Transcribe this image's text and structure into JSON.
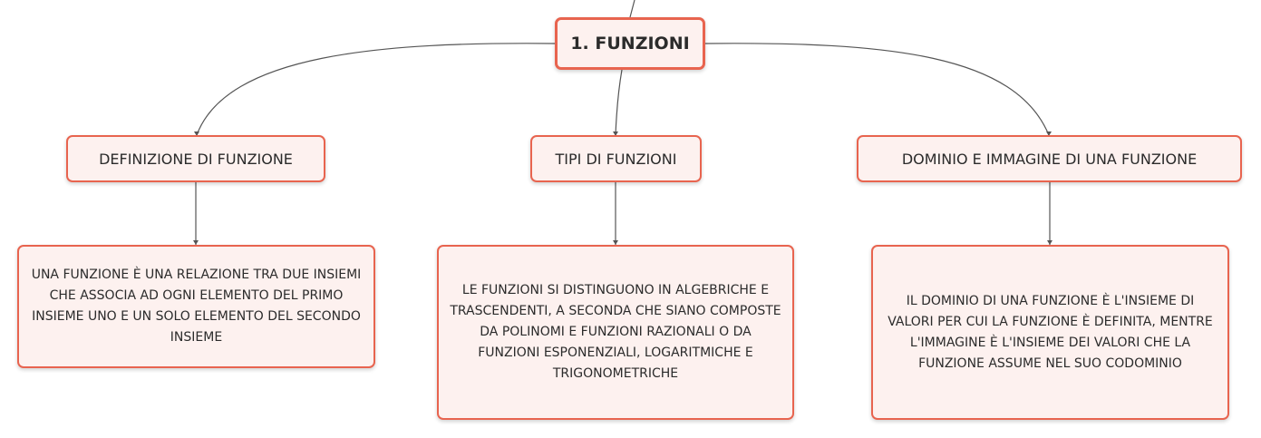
{
  "root": {
    "label": "1. FUNZIONI"
  },
  "branches": [
    {
      "label": "DEFINIZIONE DI FUNZIONE",
      "detail": "UNA FUNZIONE È UNA RELAZIONE TRA DUE INSIEMI CHE ASSOCIA AD OGNI ELEMENTO DEL PRIMO INSIEME UNO E UN SOLO ELEMENTO DEL SECONDO INSIEME"
    },
    {
      "label": "TIPI DI FUNZIONI",
      "detail": "LE FUNZIONI SI DISTINGUONO IN ALGEBRICHE E TRASCENDENTI, A SECONDA CHE SIANO COMPOSTE DA POLINOMI E FUNZIONI RAZIONALI O DA FUNZIONI ESPONENZIALI, LOGARITMICHE E TRIGONOMETRICHE"
    },
    {
      "label": "DOMINIO E IMMAGINE DI UNA FUNZIONE",
      "detail": "IL DOMINIO DI UNA FUNZIONE È L'INSIEME DI VALORI PER CUI LA FUNZIONE È DEFINITA, MENTRE L'IMMAGINE È L'INSIEME DEI VALORI CHE LA FUNZIONE ASSUME NEL SUO CODOMINIO"
    }
  ],
  "colors": {
    "node_border": "#e8644f",
    "node_fill": "#fdf1ef",
    "connector": "#555555"
  }
}
